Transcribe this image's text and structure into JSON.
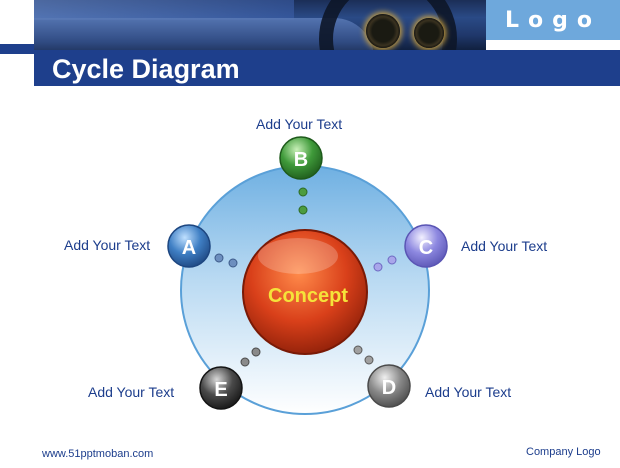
{
  "header": {
    "logo": "Logo",
    "title": "Cycle Diagram"
  },
  "diagram": {
    "center": "Concept",
    "nodes": [
      {
        "letter": "A",
        "label": "Add Your Text",
        "color": "#3f7fc4"
      },
      {
        "letter": "B",
        "label": "Add Your Text",
        "color": "#3f9a3a"
      },
      {
        "letter": "C",
        "label": "Add Your Text",
        "color": "#8d88e0"
      },
      {
        "letter": "D",
        "label": "Add Your Text",
        "color": "#7a7a7a"
      },
      {
        "letter": "E",
        "label": "Add Your Text",
        "color": "#3a3a3a"
      }
    ],
    "center_color": "#d9401a",
    "center_text_color": "#f5e23a",
    "ring_color": "#8ec3ea"
  },
  "footer": {
    "website": "www.51pptmoban.com",
    "company_logo": "Company Logo"
  }
}
